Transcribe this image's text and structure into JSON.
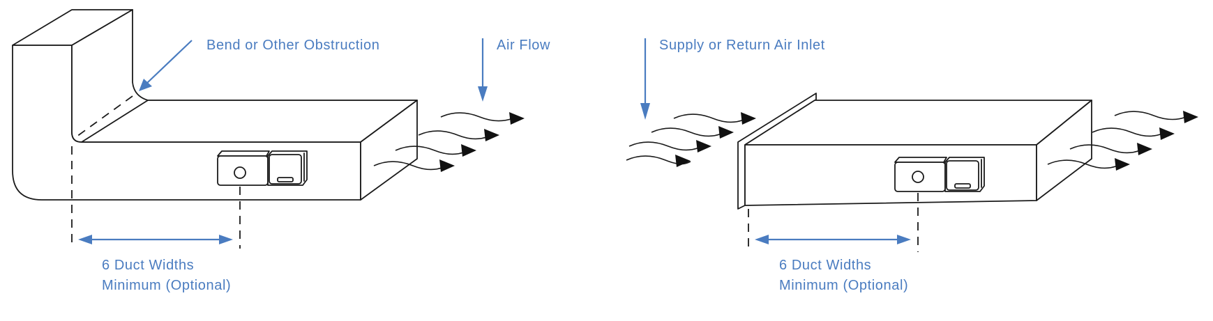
{
  "left_panel": {
    "bend_label": "Bend or Other Obstruction",
    "airflow_label": "Air Flow",
    "distance_label_line1": "6 Duct Widths",
    "distance_label_line2": "Minimum (Optional)"
  },
  "right_panel": {
    "inlet_label": "Supply or Return Air Inlet",
    "distance_label_line1": "6 Duct Widths",
    "distance_label_line2": "Minimum (Optional)"
  },
  "colors": {
    "label_blue": "#4a7cc0",
    "line_black": "#1a1a1a"
  }
}
